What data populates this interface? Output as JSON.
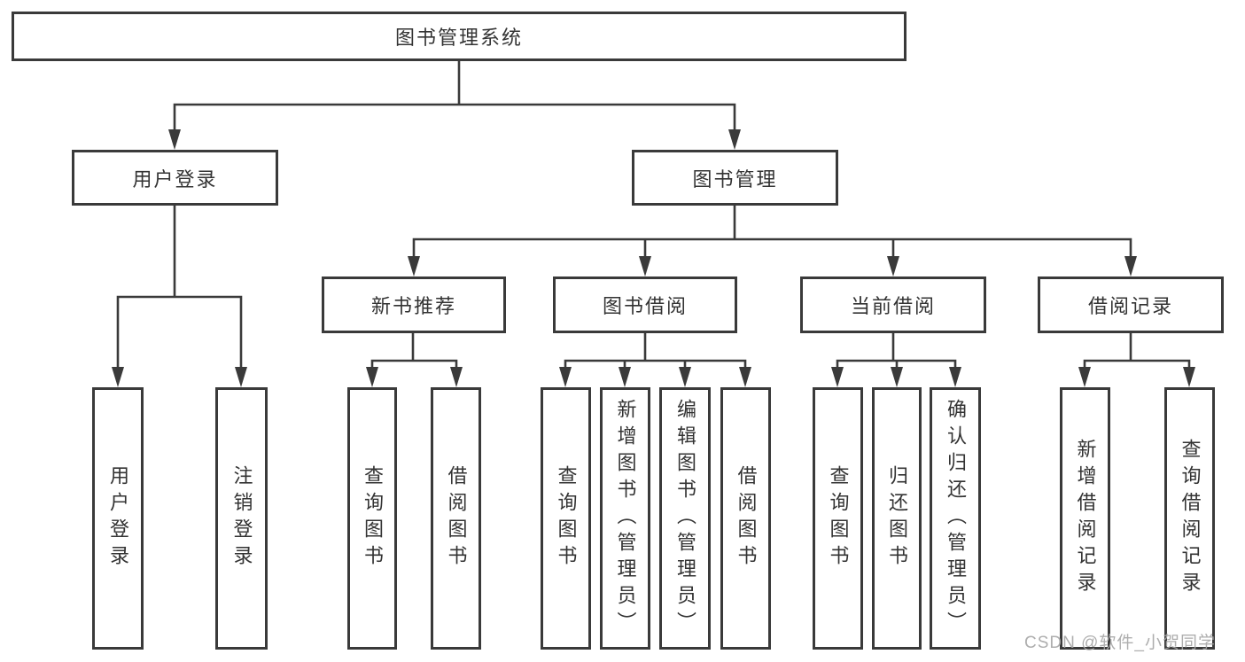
{
  "tree": {
    "label": "图书管理系统",
    "children": [
      {
        "label": "用户登录",
        "children": [
          {
            "label": "用户登录"
          },
          {
            "label": "注销登录"
          }
        ]
      },
      {
        "label": "图书管理",
        "children": [
          {
            "label": "新书推荐",
            "children": [
              {
                "label": "查询图书"
              },
              {
                "label": "借阅图书"
              }
            ]
          },
          {
            "label": "图书借阅",
            "children": [
              {
                "label": "查询图书"
              },
              {
                "label": "新增图书（管理员）"
              },
              {
                "label": "编辑图书（管理员）"
              },
              {
                "label": "借阅图书"
              }
            ]
          },
          {
            "label": "当前借阅",
            "children": [
              {
                "label": "查询图书"
              },
              {
                "label": "归还图书"
              },
              {
                "label": "确认归还（管理员）"
              }
            ]
          },
          {
            "label": "借阅记录",
            "children": [
              {
                "label": "新增借阅记录"
              },
              {
                "label": "查询借阅记录"
              }
            ]
          }
        ]
      }
    ]
  },
  "watermark": "CSDN @软件_小贺同学",
  "colors": {
    "line": "#3a3a3a",
    "box_border": "#3a3a3a",
    "text": "#333333",
    "box_bg": "#ffffff",
    "watermark": "#a5a5a5"
  }
}
